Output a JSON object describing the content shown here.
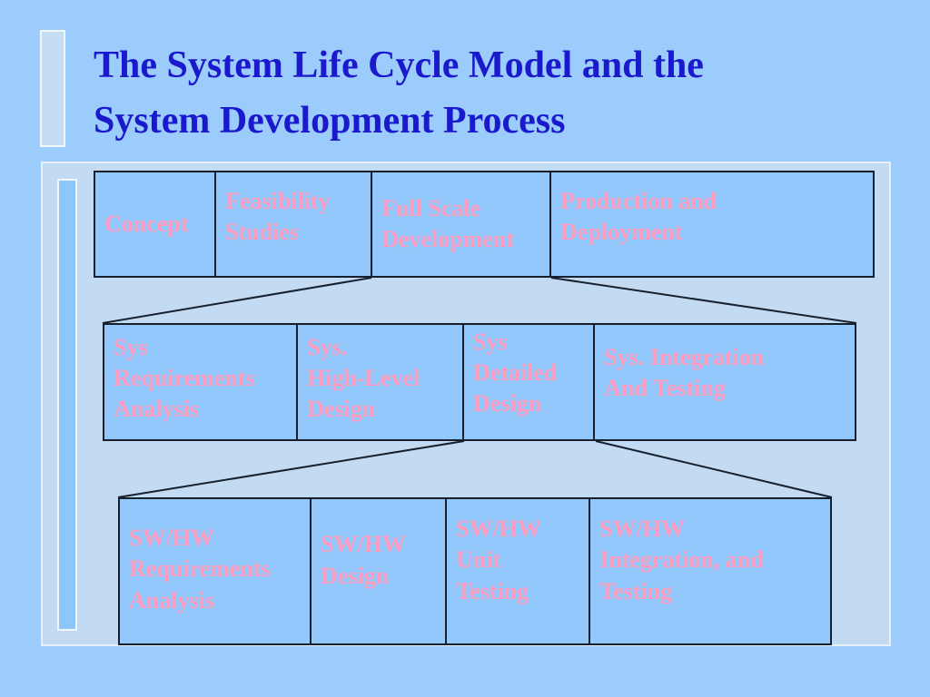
{
  "slide": {
    "title": "The System Life Cycle Model and the\nSystem Development Process",
    "title_color": "#1A1ACC",
    "background_color": "#9BCCFB",
    "panel_color": "#C3DBF2",
    "box_fill_color": "#92C8FB",
    "box_border_color": "#17202E",
    "box_text_color": "#FF9CC0"
  },
  "diagram": {
    "type": "hierarchy-breakdown",
    "rows": [
      {
        "name": "system-life-cycle-phases",
        "cells": [
          {
            "label": "Concept"
          },
          {
            "label": "Feasibility\nStudies"
          },
          {
            "label": "Full Scale\nDevelopment"
          },
          {
            "label": "Production and\nDeployment"
          }
        ]
      },
      {
        "name": "system-development-activities",
        "cells": [
          {
            "label": "Sys\nRequirements\nAnalysis"
          },
          {
            "label": "Sys.\nHigh-Level\nDesign"
          },
          {
            "label": "Sys\nDetailed\nDesign"
          },
          {
            "label": "Sys. Integration\nAnd Testing"
          }
        ]
      },
      {
        "name": "software-hardware-activities",
        "cells": [
          {
            "label": "SW/HW\nRequirements\nAnalysis"
          },
          {
            "label": "SW/HW\nDesign"
          },
          {
            "label": "SW/HW\nUnit\nTesting"
          },
          {
            "label": "SW/HW\nIntegration, and\nTesting"
          }
        ]
      }
    ]
  }
}
